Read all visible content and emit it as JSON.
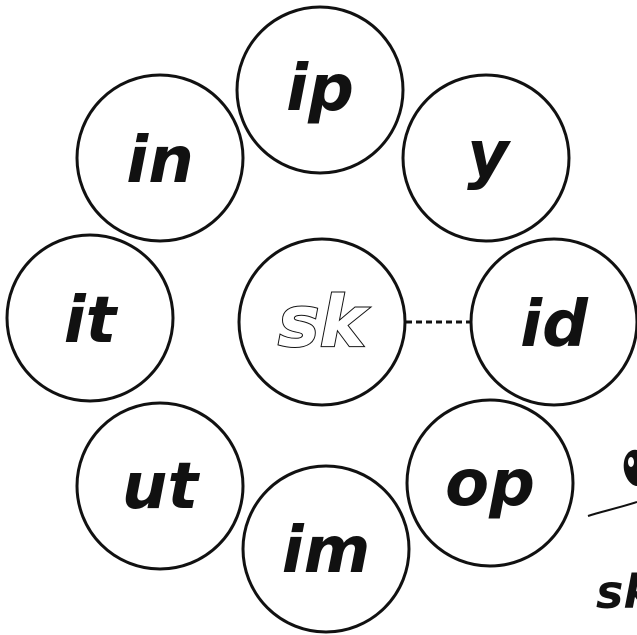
{
  "center": {
    "label": "sk"
  },
  "endings": [
    {
      "id": "ip",
      "label": "ip"
    },
    {
      "id": "y",
      "label": "y"
    },
    {
      "id": "id",
      "label": "id"
    },
    {
      "id": "op",
      "label": "op"
    },
    {
      "id": "im",
      "label": "im"
    },
    {
      "id": "ut",
      "label": "ut"
    },
    {
      "id": "it",
      "label": "it"
    },
    {
      "id": "in",
      "label": "in"
    }
  ],
  "connector": {
    "from": "sk",
    "to": "id"
  },
  "corner_fragment": {
    "label": "sk",
    "icon": "skunk-icon"
  }
}
